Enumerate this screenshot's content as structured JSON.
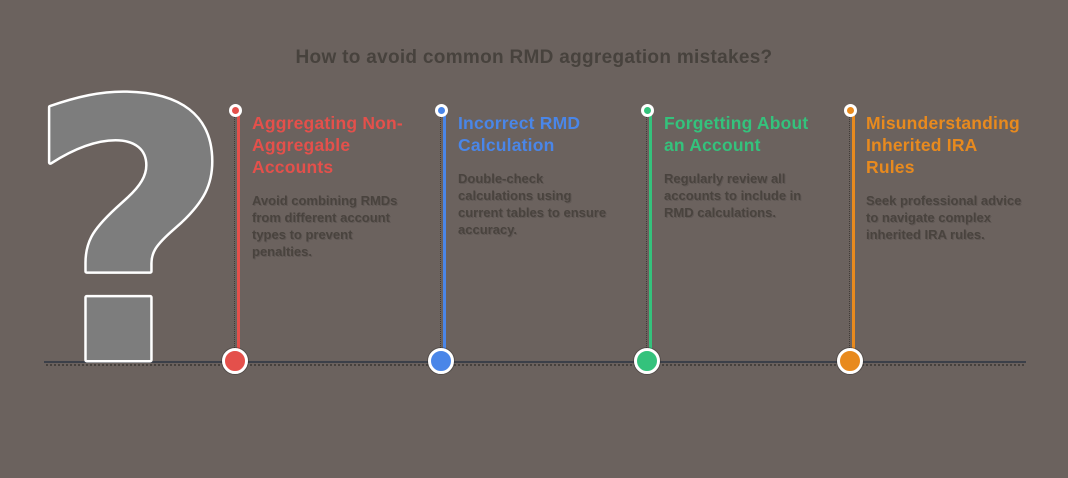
{
  "title": "How to avoid common RMD aggregation mistakes?",
  "question_mark": {
    "glyph": "?"
  },
  "colors": {
    "background": "#6B625E",
    "line": "#3C4049",
    "title_text": "#47423D",
    "body_text": "#49433E",
    "question_mark_fill": "#7D7D7D",
    "question_mark_outline": "#FFFFFF"
  },
  "items": [
    {
      "heading": "Aggregating Non-Aggregable Accounts",
      "body": "Avoid combining RMDs from different account types to prevent penalties.",
      "color": "#E4504B"
    },
    {
      "heading": "Incorrect RMD Calculation",
      "body": "Double-check calculations using current tables to ensure accuracy.",
      "color": "#4A86E8"
    },
    {
      "heading": "Forgetting About an Account",
      "body": "Regularly review all accounts to include in RMD calculations.",
      "color": "#34C27C"
    },
    {
      "heading": "Misunderstanding Inherited IRA Rules",
      "body": "Seek professional advice to navigate complex inherited IRA rules.",
      "color": "#E88A1E"
    }
  ]
}
